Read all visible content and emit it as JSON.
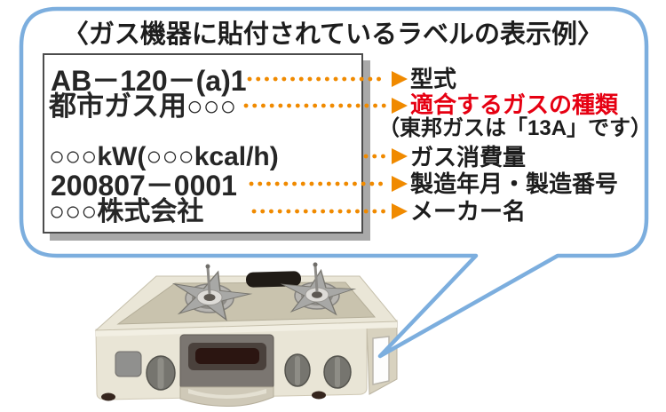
{
  "colors": {
    "accent_orange": "#f08a00",
    "highlight_red": "#e60012",
    "bubble_border": "#7caede",
    "text_black": "#222222"
  },
  "bubble": {
    "title": "〈ガス機器に貼付されているラベルの表示例〉"
  },
  "label_box": {
    "lines": [
      "AB－120－(a)1",
      "都市ガス用○○○",
      "○○○kW(○○○kcal/h)",
      "200807－0001",
      "○○○株式会社"
    ]
  },
  "callouts": [
    {
      "label": "型式"
    },
    {
      "label": "適合するガスの種類",
      "note": "（東邦ガスは「13A」です）"
    },
    {
      "label": "ガス消費量"
    },
    {
      "label": "製造年月・製造番号"
    },
    {
      "label": "メーカー名"
    }
  ]
}
